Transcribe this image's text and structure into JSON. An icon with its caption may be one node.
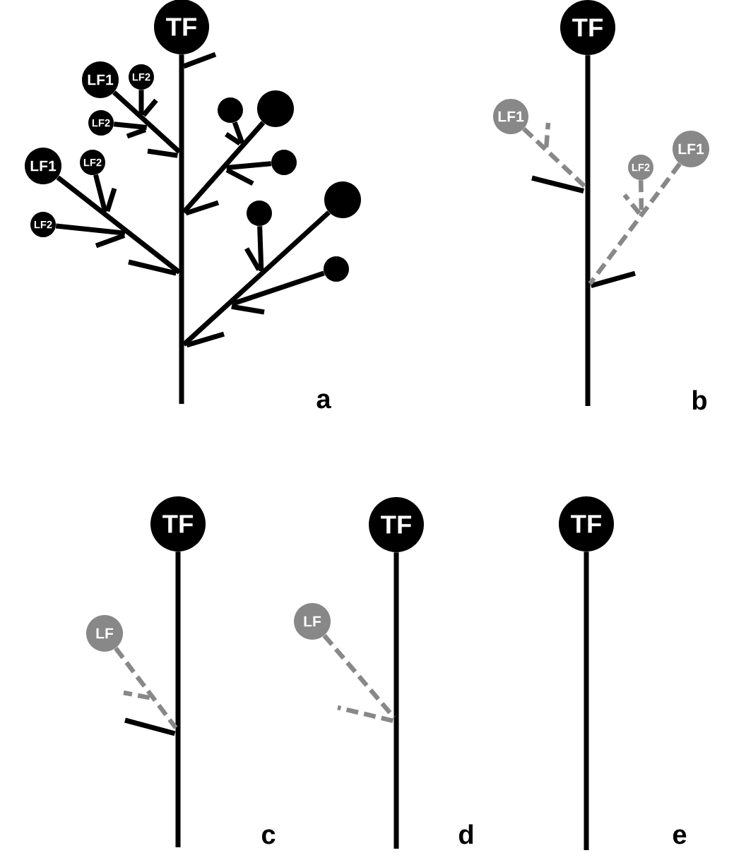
{
  "diagram": {
    "nodes": [
      {
        "text": [
          "TF"
        ]
      },
      {
        "text": [
          "LF1"
        ]
      },
      {
        "text": [
          "LF2"
        ]
      },
      {
        "text": [],
        "shape": "circle"
      },
      {
        "text": [],
        "shape": "circle"
      },
      {
        "text": [
          "LF2"
        ]
      },
      {
        "text": [],
        "shape": "circle"
      },
      {
        "text": [
          "LF1"
        ]
      },
      {
        "text": [
          "LF2"
        ]
      },
      {
        "text": [],
        "shape": "circle"
      },
      {
        "text": [],
        "shape": "circle"
      },
      {
        "text": [
          "LF2"
        ]
      },
      {
        "text": [],
        "shape": "circle"
      },
      {
        "text": [
          "TF"
        ]
      },
      {
        "text": [
          "LF1"
        ]
      },
      {
        "text": [
          "LF1"
        ]
      },
      {
        "text": [
          "LF2"
        ]
      },
      {
        "text": [
          "TF"
        ]
      },
      {
        "text": [
          "LF"
        ]
      },
      {
        "text": [
          "TF"
        ]
      },
      {
        "text": [
          "LF"
        ]
      },
      {
        "text": [
          "TF"
        ]
      }
    ],
    "edges": [
      {
        "from": 0,
        "to": null,
        "arrow": "none"
      },
      {
        "from": 1,
        "to": null,
        "arrow": "none"
      },
      {
        "from": 2,
        "to": null,
        "arrow": "none"
      },
      {
        "from": 3,
        "to": null,
        "arrow": "none"
      },
      {
        "from": 4,
        "to": null,
        "arrow": "none"
      },
      {
        "from": 5,
        "to": null,
        "arrow": "none"
      },
      {
        "from": 6,
        "to": null,
        "arrow": "none"
      },
      {
        "from": 7,
        "to": null,
        "arrow": "none"
      },
      {
        "from": 8,
        "to": null,
        "arrow": "none"
      },
      {
        "from": 9,
        "to": null,
        "arrow": "none"
      },
      {
        "from": 10,
        "to": null,
        "arrow": "none"
      },
      {
        "from": 11,
        "to": null,
        "arrow": "none"
      },
      {
        "from": 12,
        "to": null,
        "arrow": "none"
      },
      {
        "from": 13,
        "to": null,
        "arrow": "none"
      },
      {
        "from": 14,
        "to": null,
        "arrow": "none",
        "style": "dashed",
        "color": "#888888"
      },
      {
        "from": 15,
        "to": null,
        "arrow": "none",
        "style": "dashed",
        "color": "#888888"
      },
      {
        "from": 16,
        "to": null,
        "arrow": "none",
        "style": "dashed",
        "color": "#888888"
      },
      {
        "from": 17,
        "to": null,
        "arrow": "none"
      },
      {
        "from": 18,
        "to": null,
        "arrow": "none",
        "style": "dashed",
        "color": "#888888"
      },
      {
        "from": 19,
        "to": null,
        "arrow": "none"
      },
      {
        "from": 20,
        "to": null,
        "arrow": "none",
        "style": "dashed",
        "color": "#888888"
      },
      {
        "from": 21,
        "to": null,
        "arrow": "none"
      }
    ],
    "labels": [
      "a",
      "b",
      "c",
      "d",
      "e"
    ]
  }
}
